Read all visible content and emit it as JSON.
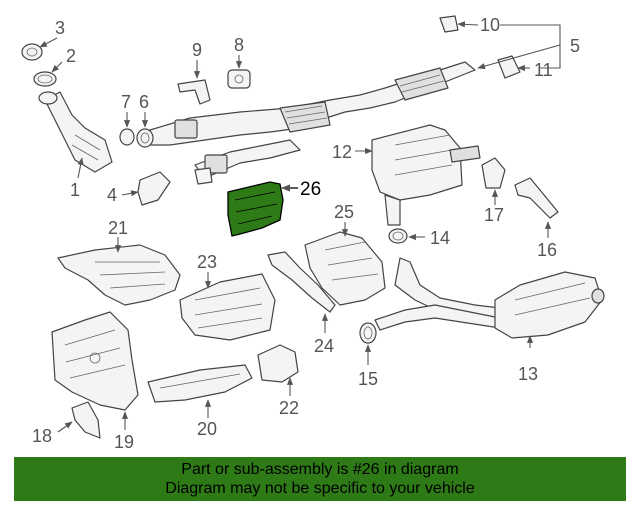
{
  "callouts": {
    "c1": "1",
    "c2": "2",
    "c3": "3",
    "c4": "4",
    "c5": "5",
    "c6": "6",
    "c7": "7",
    "c8": "8",
    "c9": "9",
    "c10": "10",
    "c11": "11",
    "c12": "12",
    "c13": "13",
    "c14": "14",
    "c15": "15",
    "c16": "16",
    "c17": "17",
    "c18": "18",
    "c19": "19",
    "c20": "20",
    "c21": "21",
    "c22": "22",
    "c23": "23",
    "c24": "24",
    "c25": "25",
    "c26": "26"
  },
  "highlighted_part": "26",
  "colors": {
    "highlight": "#2e7a16",
    "banner": "#2d7a16"
  },
  "banner": {
    "line1": "Part or sub-assembly is #26 in diagram",
    "line2": "Diagram may not be specific to your vehicle"
  }
}
